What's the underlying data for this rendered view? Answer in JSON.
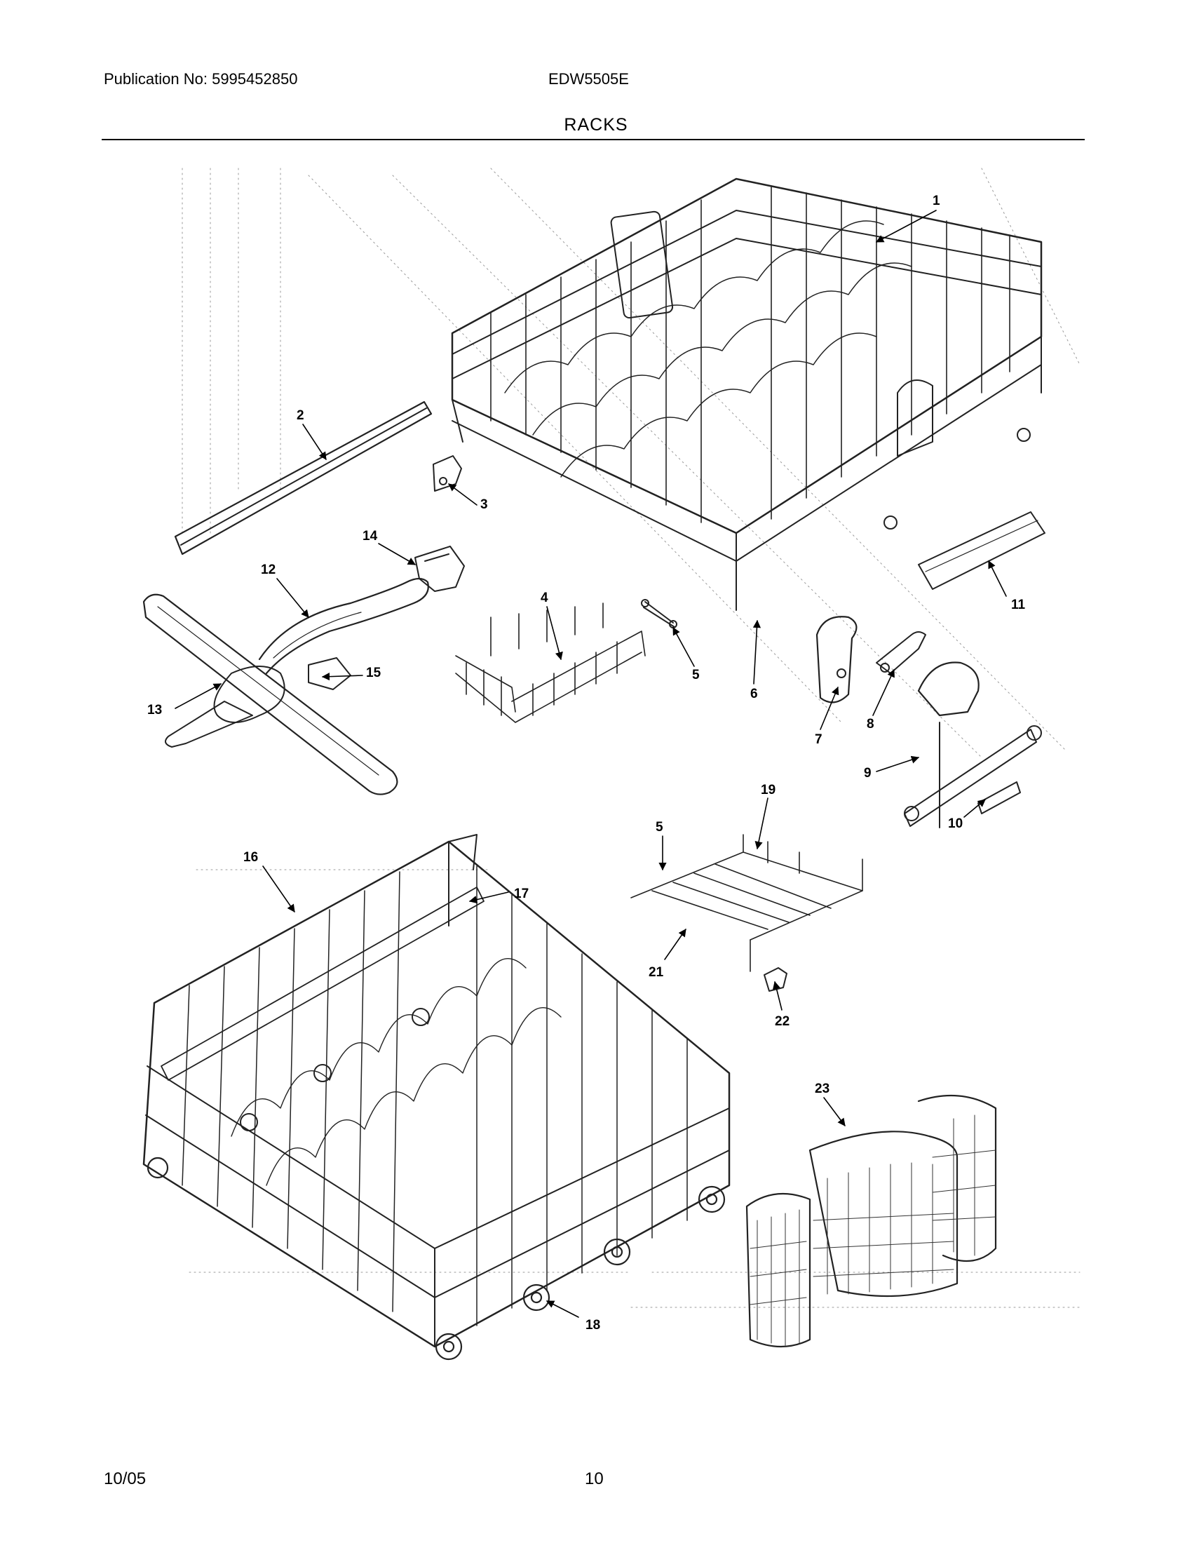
{
  "header": {
    "publication": "Publication No: 5995452850",
    "model": "EDW5505E",
    "section": "RACKS"
  },
  "footer": {
    "date": "10/05",
    "page": "10"
  },
  "callouts": {
    "c1": "1",
    "c2": "2",
    "c3": "3",
    "c4": "4",
    "c5": "5",
    "c5b": "5",
    "c6": "6",
    "c7": "7",
    "c8": "8",
    "c9": "9",
    "c10": "10",
    "c11": "11",
    "c12": "12",
    "c13": "13",
    "c14": "14",
    "c15": "15",
    "c16": "16",
    "c17": "17",
    "c18": "18",
    "c19": "19",
    "c21": "21",
    "c22": "22",
    "c23": "23"
  }
}
